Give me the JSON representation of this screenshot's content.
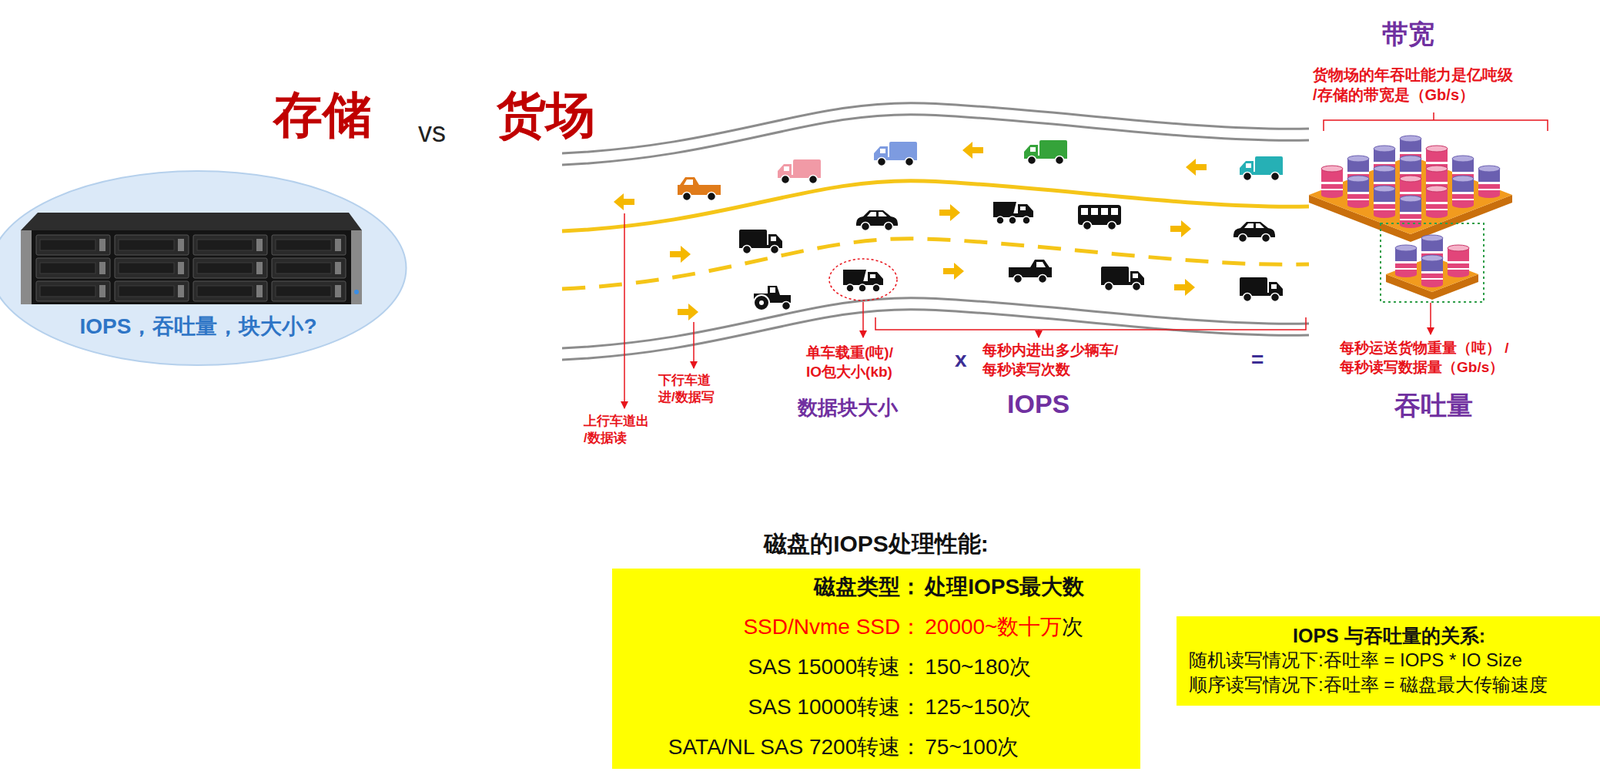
{
  "diagram": {
    "nodes": [
      {
        "text": [
          "IOPS，吞吐量，块大小?"
        ]
      },
      {
        "text": [
          "磁盘的IOPS处理性能:",
          "磁盘类型：",
          "处理IOPS最大数",
          "SSD/Nvme SSD：",
          "20000~数十万",
          "次",
          "SAS 15000转速：",
          "150~180次",
          "SAS 10000转速：",
          "125~150次",
          "SATA/NL SAS 7200转速：",
          "75~100次"
        ]
      },
      {
        "text": [
          "IOPS 与吞吐量的关系:",
          "随机读写情况下:吞吐率 = IOPS * IO Size",
          "顺序读写情况下:吞吐率 = 磁盘最大传输速度"
        ]
      }
    ],
    "labels": [
      "存储",
      "vs",
      "货场",
      "带宽",
      "货物场的年吞吐能力是亿吨级 /存储的带宽是（Gb/s）",
      "单车载重(吨)/ IO包大小(kb)",
      "x",
      "每秒内进出多少辆车/ 每秒读写次数",
      "=",
      "每秒运送货物重量（吨） /每秒读写数据量（Gb/s）",
      "下行车道 进/数据写",
      "上行车道出 /数据读",
      "数据块大小",
      "IOPS",
      "吞吐量"
    ]
  }
}
